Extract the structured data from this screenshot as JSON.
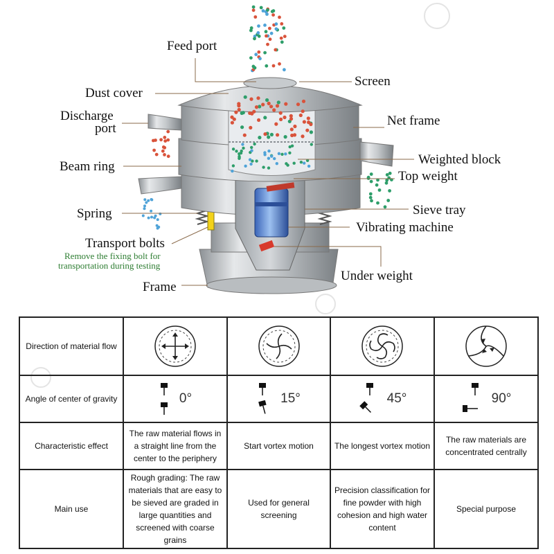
{
  "labels": {
    "feed_port": "Feed port",
    "screen": "Screen",
    "dust_cover": "Dust cover",
    "discharge_port_line1": "Discharge",
    "discharge_port_line2": "port",
    "net_frame": "Net frame",
    "weighted_block": "Weighted block",
    "beam_ring": "Beam ring",
    "top_weight": "Top weight",
    "sieve_tray": "Sieve tray",
    "spring": "Spring",
    "vibrating_machine": "Vibrating machine",
    "transport_bolts": "Transport bolts",
    "transport_note_line1": "Remove the fixing bolt for",
    "transport_note_line2": "transportation during testing",
    "under_weight": "Under weight",
    "frame": "Frame"
  },
  "colors": {
    "label_text": "#111111",
    "note_text": "#2e7d32",
    "particle_red": "#d9533b",
    "particle_green": "#2e9e6a",
    "particle_blue": "#4fa3d8",
    "arrow": "#8a6a4a"
  },
  "table": {
    "rows": [
      {
        "header": "Direction of material flow",
        "icons": [
          "cross-arrows-icon",
          "vortex-15-icon",
          "vortex-45-icon",
          "vortex-90-icon"
        ]
      },
      {
        "header": "Angle of center of gravity",
        "angles": [
          "0°",
          "15°",
          "45°",
          "90°"
        ]
      },
      {
        "header": "Characteristic effect",
        "cells": [
          "The raw material flows in a straight line from the center to the periphery",
          "Start vortex motion",
          "The longest vortex motion",
          "The raw materials are concentrated centrally"
        ]
      },
      {
        "header": "Main use",
        "cells": [
          "Rough grading: The raw materials that are easy to be sieved are graded in large quantities and screened with coarse grains",
          "Used for general screening",
          "Precision classification for fine powder with high cohesion and high water content",
          "Special purpose"
        ]
      }
    ]
  }
}
